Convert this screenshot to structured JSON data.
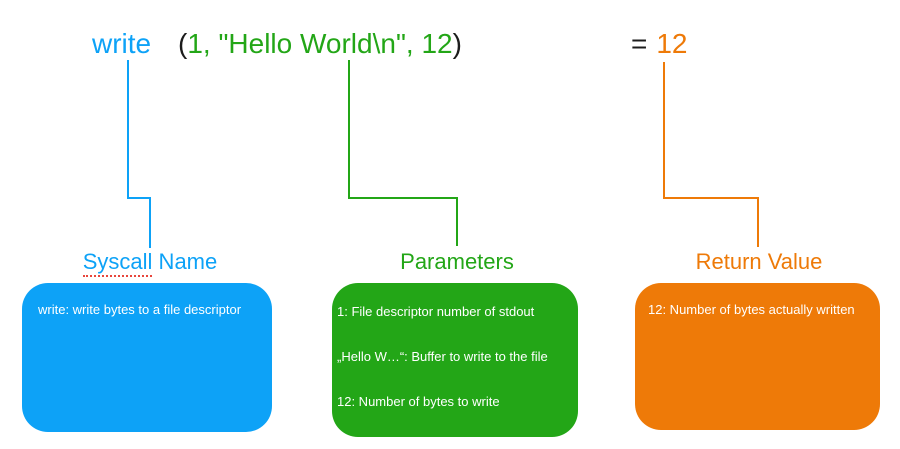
{
  "colors": {
    "blue": "#0da2f7",
    "green": "#23a617",
    "orange": "#ee7a08",
    "ink": "#1c1c1c",
    "spellcheck": "#e8463c",
    "white-text": "#ffffff",
    "bg": "#ffffff"
  },
  "formula": {
    "syscall_name": "write",
    "open_paren": "(",
    "arguments": "1, \"Hello World\\n\", 12",
    "close_paren": ")",
    "equals_sign": "=",
    "return_value": "12"
  },
  "callouts": {
    "syscall": {
      "label_word_flagged": "Syscall",
      "label_word_rest": " Name",
      "box_lines": [
        "write: write bytes to a file descriptor"
      ]
    },
    "parameters": {
      "label": "Parameters",
      "box_lines": [
        "1: File descriptor number of stdout",
        "„Hello W…“: Buffer to write to the file",
        "12: Number of bytes to write"
      ]
    },
    "return": {
      "label": "Return Value",
      "box_lines": [
        "12: Number of bytes actually written"
      ]
    }
  }
}
